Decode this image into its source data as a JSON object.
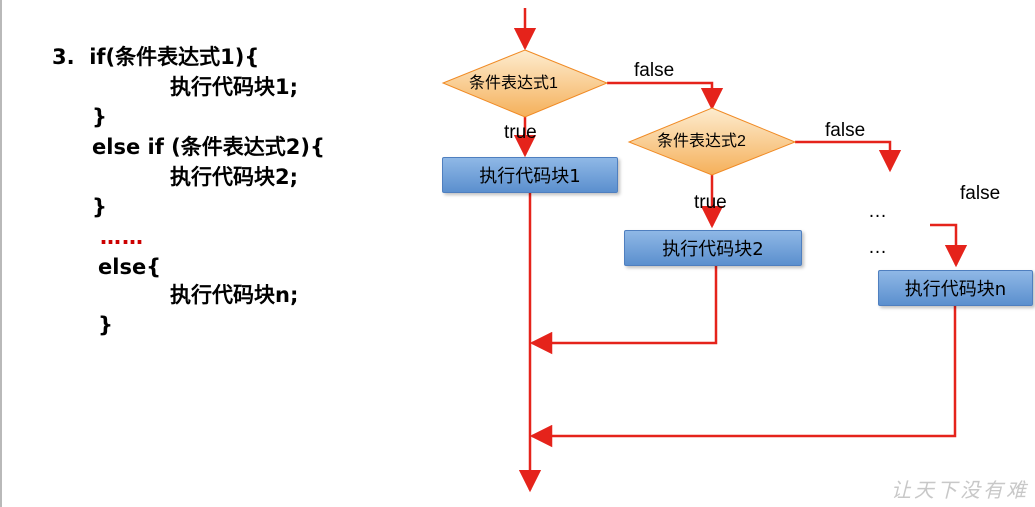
{
  "code": {
    "line1": "3.  if(条件表达式1){",
    "line2": "执行代码块1;",
    "line3": "}",
    "line4": "else if (条件表达式2){",
    "line5": "执行代码块2;",
    "line6": "}",
    "ellipsis": "……",
    "line7": "else{",
    "line8": "执行代码块n;",
    "line9": "}"
  },
  "flowchart": {
    "condition1": "条件表达式1",
    "condition2": "条件表达式2",
    "block1": "执行代码块1",
    "block2": "执行代码块2",
    "blockn": "执行代码块n",
    "true_label_1": "true",
    "true_label_2": "true",
    "false_label_1": "false",
    "false_label_2": "false",
    "false_label_3": "false",
    "ellipsis_1": "…",
    "ellipsis_2": "…"
  },
  "watermark": "让天下没有难",
  "colors": {
    "arrow": "#e5231b",
    "diamond_fill_top": "#fde9c9",
    "diamond_fill_bottom": "#f6b25c",
    "block_fill": "#6d9bd6"
  }
}
